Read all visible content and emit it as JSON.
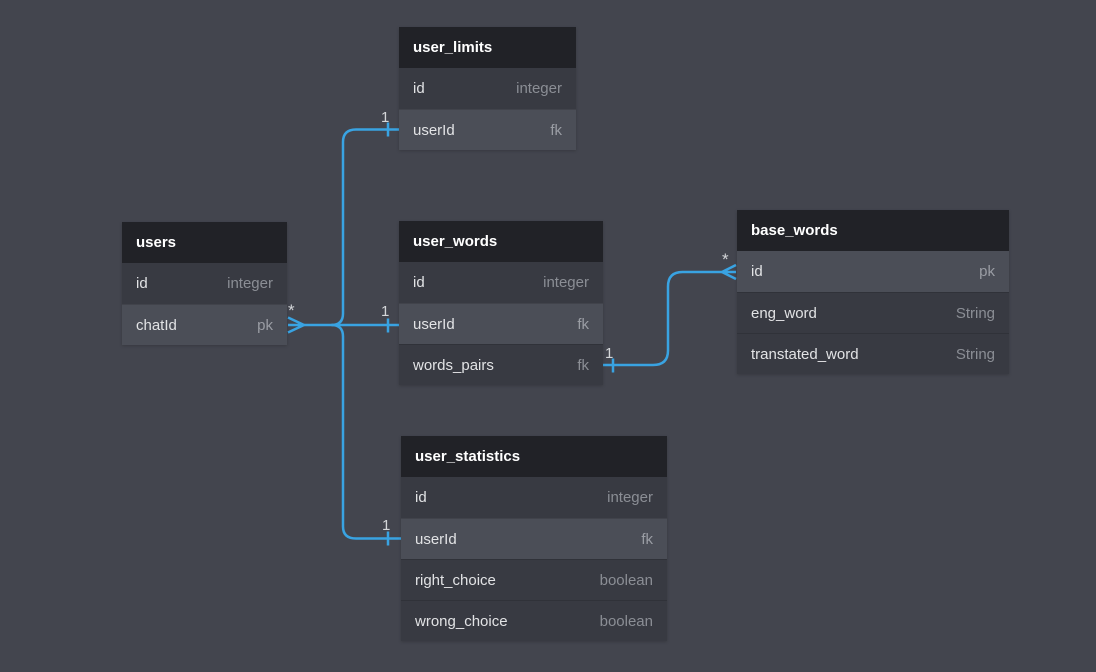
{
  "canvas": {
    "bg_color": "#43454e",
    "accent": "#39a3e2",
    "header_color": "#212227",
    "row_color": "#383a42",
    "row_highlight_color": "#4b4e57"
  },
  "tables": [
    {
      "name": "user_limits",
      "fields": [
        {
          "name": "id",
          "type": "integer"
        },
        {
          "name": "userId",
          "type": "fk"
        }
      ]
    },
    {
      "name": "users",
      "fields": [
        {
          "name": "id",
          "type": "integer"
        },
        {
          "name": "chatId",
          "type": "pk"
        }
      ]
    },
    {
      "name": "user_words",
      "fields": [
        {
          "name": "id",
          "type": "integer"
        },
        {
          "name": "userId",
          "type": "fk"
        },
        {
          "name": "words_pairs",
          "type": "fk"
        }
      ]
    },
    {
      "name": "base_words",
      "fields": [
        {
          "name": "id",
          "type": "pk"
        },
        {
          "name": "eng_word",
          "type": "String"
        },
        {
          "name": "transtated_word",
          "type": "String"
        }
      ]
    },
    {
      "name": "user_statistics",
      "fields": [
        {
          "name": "id",
          "type": "integer"
        },
        {
          "name": "userId",
          "type": "fk"
        },
        {
          "name": "right_choice",
          "type": "boolean"
        },
        {
          "name": "wrong_choice",
          "type": "boolean"
        }
      ]
    }
  ],
  "relationships": [
    {
      "from": "users.chatId",
      "to": "user_limits.userId",
      "from_cardinality": "*",
      "to_cardinality": "1"
    },
    {
      "from": "users.chatId",
      "to": "user_words.userId",
      "from_cardinality": "*",
      "to_cardinality": "1"
    },
    {
      "from": "users.chatId",
      "to": "user_statistics.userId",
      "from_cardinality": "*",
      "to_cardinality": "1"
    },
    {
      "from": "user_words.words_pairs",
      "to": "base_words.id",
      "from_cardinality": "1",
      "to_cardinality": "*"
    }
  ]
}
